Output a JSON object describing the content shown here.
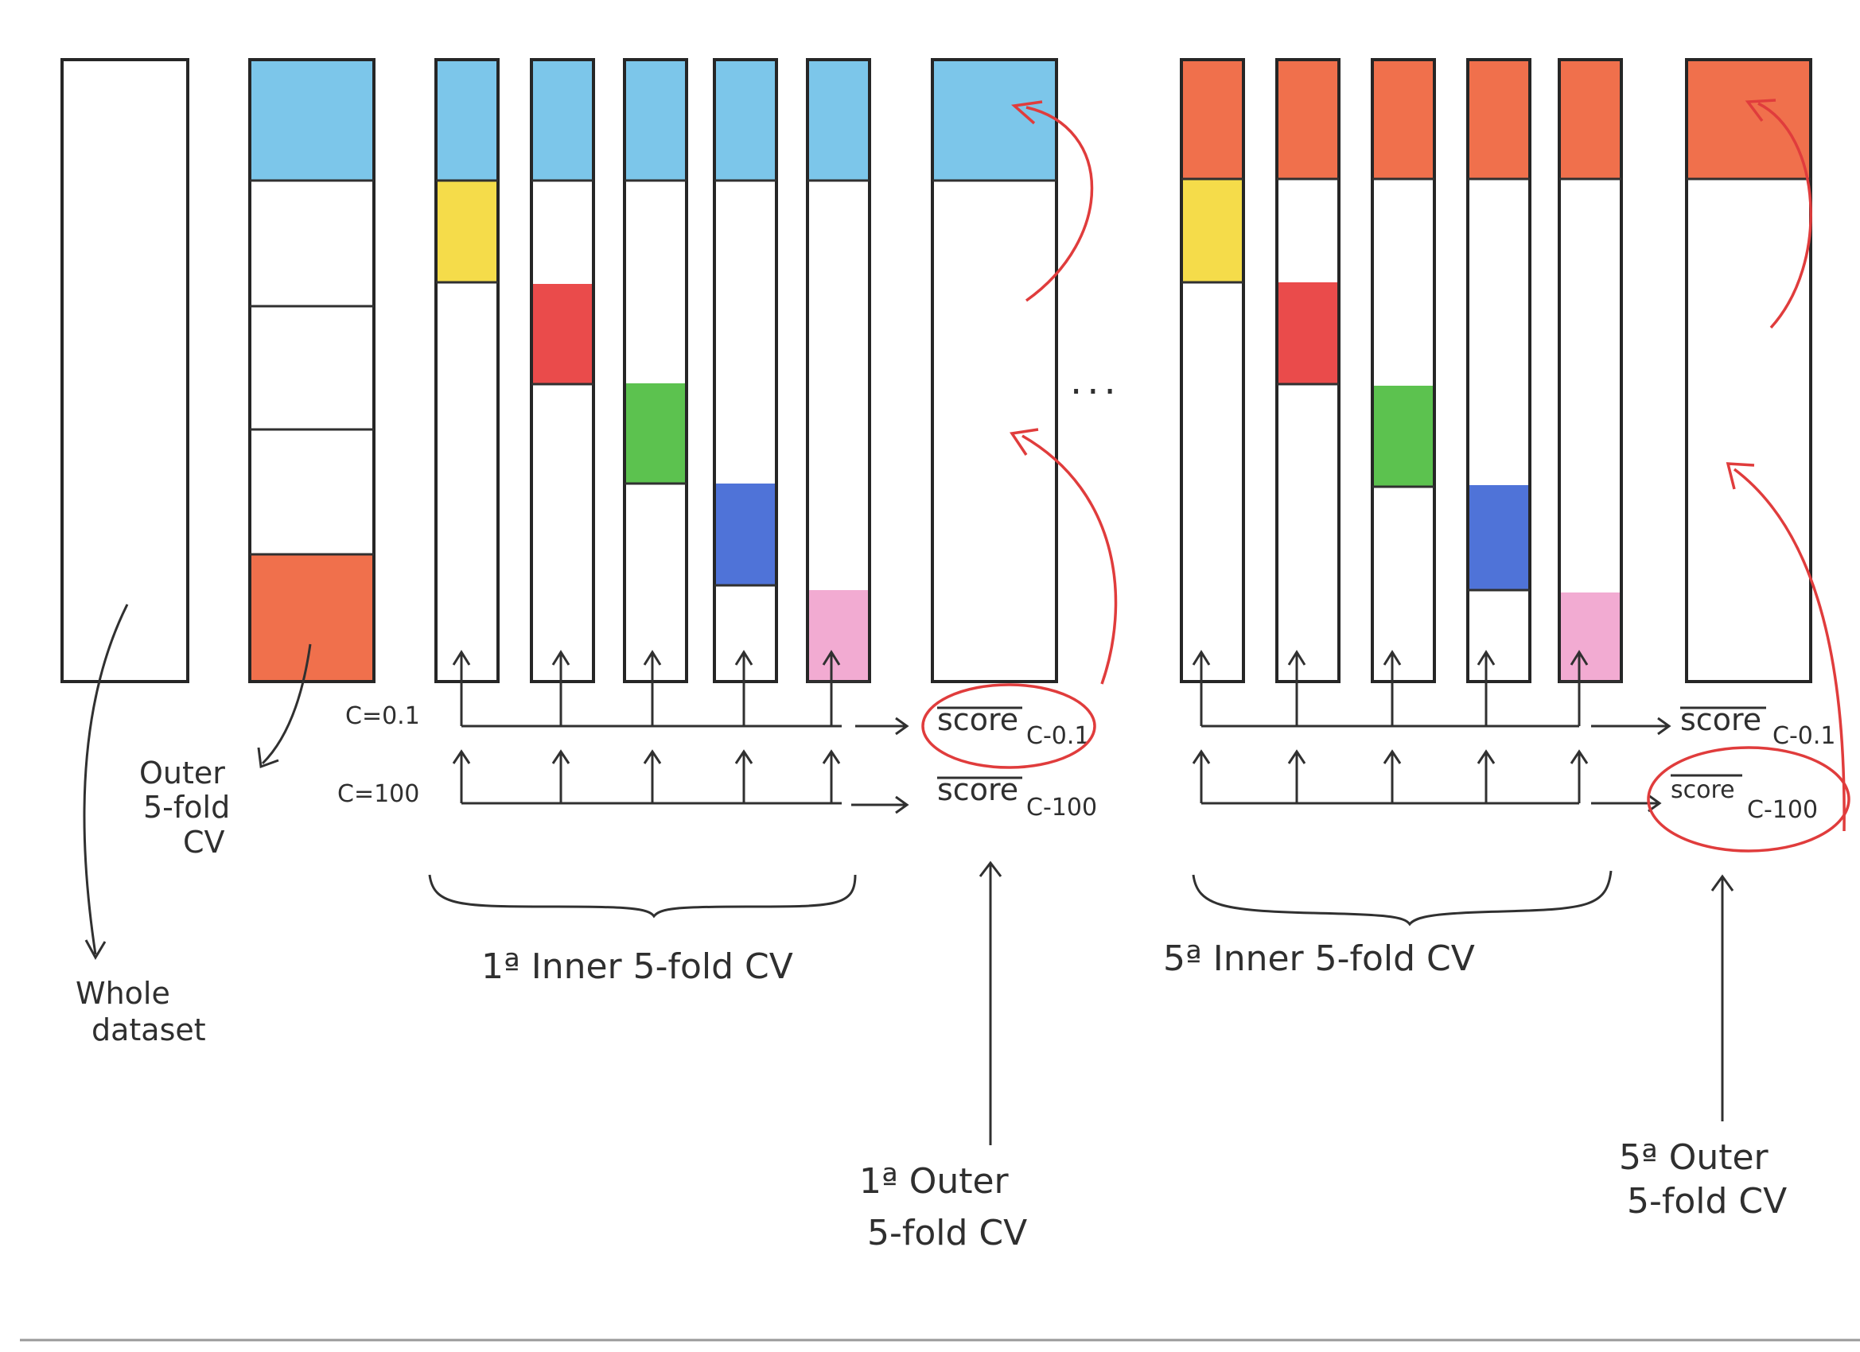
{
  "colors": {
    "outer_test": "#7cc6ea",
    "outer_test_5": "#f0704c",
    "outer_fold_bottom": "#f0704c",
    "inner_fold_1": "#f5dc4a",
    "inner_fold_2": "#ea4b4b",
    "inner_fold_3": "#5cc24f",
    "inner_fold_4": "#4f73d8",
    "inner_fold_5": "#f2abd2",
    "ink": "#2f2f2f",
    "highlight": "#e03c3c"
  },
  "labels": {
    "whole_dataset_line1": "Whole",
    "whole_dataset_line2": "dataset",
    "outer_5fold_line1": "Outer",
    "outer_5fold_line2": "5-fold",
    "outer_5fold_line3": "CV",
    "c_small": "C=0.1",
    "c_large": "C=100",
    "ellipsis": "...",
    "inner_cv_1": "1ª Inner 5-fold CV",
    "inner_cv_5": "5ª Inner 5-fold CV",
    "outer_cv_1_line1": "1ª Outer",
    "outer_cv_1_line2": "5-fold CV",
    "outer_cv_5_line1": "5ª Outer",
    "outer_cv_5_line2": "5-fold CV"
  },
  "scores": {
    "fold1_small": {
      "text": "score",
      "sub": "C-0.1"
    },
    "fold1_large": {
      "text": "score",
      "sub": "C-100"
    },
    "fold5_small": {
      "text": "score",
      "sub": "C-0.1"
    },
    "fold5_large": {
      "text": "score",
      "sub": "C-100"
    }
  },
  "icons": [
    "arrow-up-icon",
    "arrow-right-icon",
    "curly-brace-icon",
    "red-circle-highlight",
    "curved-arrow-icon"
  ]
}
